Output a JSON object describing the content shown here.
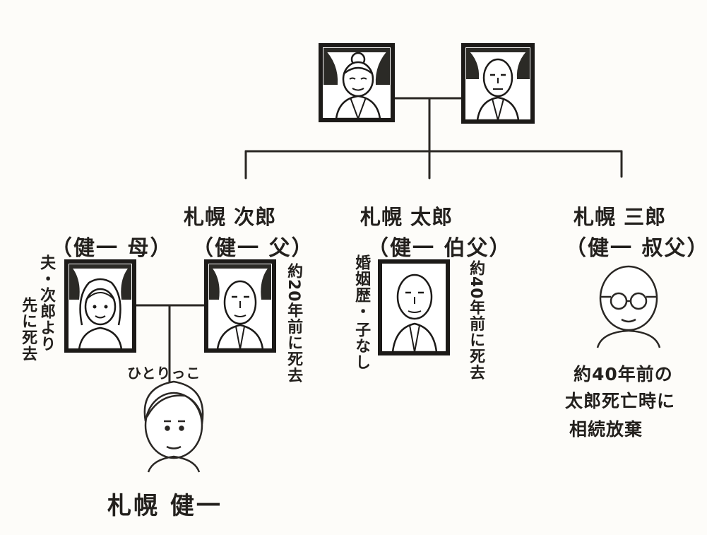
{
  "jiro": {
    "name": "札幌 次郎",
    "relation": "（健一 父）",
    "note": "約20年前に死去"
  },
  "mother": {
    "relation": "（健一 母）",
    "note_col1": "夫・次郎より",
    "note_col2": "先に死去"
  },
  "taro": {
    "name": "札幌 太郎",
    "relation": "（健一 伯父）",
    "note_left_col1": "婚姻歴・",
    "note_left_col2": "子なし",
    "note_right": "約40年前に死去"
  },
  "saburo": {
    "name": "札幌 三郎",
    "relation": "（健一 叔父）",
    "note_line1": "約40年前の",
    "note_line2": "太郎死亡時に",
    "note_line3": "相続放棄"
  },
  "kenichi": {
    "label_above": "ひとりっこ",
    "name": "札幌 健一"
  }
}
